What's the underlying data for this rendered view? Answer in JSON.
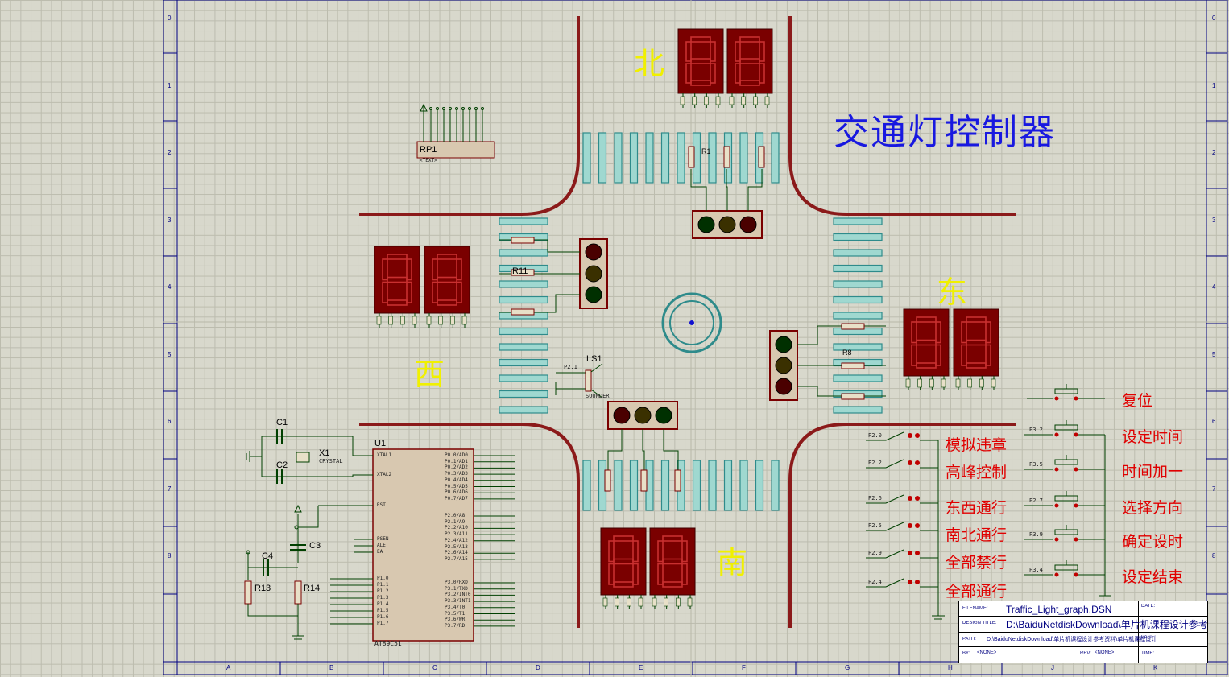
{
  "title": "交通灯控制器",
  "directions": {
    "north": "北",
    "south": "南",
    "east": "东",
    "west": "西"
  },
  "switch_labels": [
    "模拟违章",
    "高峰控制",
    "东西通行",
    "南北通行",
    "全部禁行",
    "全部通行"
  ],
  "button_labels": [
    "复位",
    "设定时间",
    "时间加一",
    "选择方向",
    "确定设时",
    "设定结束"
  ],
  "switch_pins": [
    "P2.0",
    "P2.2",
    "P2.6",
    "P2.5",
    "P2.9",
    "P2.4"
  ],
  "button_pins": [
    "P3.2",
    "P3.5",
    "P2.7",
    "P3.9",
    "P3.4"
  ],
  "border_columns": [
    "A",
    "B",
    "C",
    "D",
    "E",
    "F",
    "G",
    "H",
    "J",
    "K"
  ],
  "border_rows": [
    "0",
    "1",
    "2",
    "3",
    "4",
    "5",
    "6",
    "7",
    "8"
  ],
  "components": {
    "rp1": "RP1",
    "u1": "U1",
    "u1_part": "AT89C51",
    "x1": "X1",
    "x1_part": "CRYSTAL",
    "c1": "C1",
    "c2": "C2",
    "c3": "C3",
    "c4": "C4",
    "r13": "R13",
    "r14": "R14",
    "r11": "R11",
    "r1": "R1",
    "r8": "R8",
    "ls1": "LS1",
    "ls1_part": "SOUNDER",
    "ls1_pin": "P2.1",
    "text_tag": "<TEXT>"
  },
  "u1_pins": {
    "left": [
      "XTAL1",
      "XTAL2",
      "RST",
      "PSEN",
      "ALE",
      "EA",
      "P1.0",
      "P1.1",
      "P1.2",
      "P1.3",
      "P1.4",
      "P1.5",
      "P1.6",
      "P1.7"
    ],
    "right": [
      "P0.0/AD0",
      "P0.1/AD1",
      "P0.2/AD2",
      "P0.3/AD3",
      "P0.4/AD4",
      "P0.5/AD5",
      "P0.6/AD6",
      "P0.7/AD7",
      "P2.0/A8",
      "P2.1/A9",
      "P2.2/A10",
      "P2.3/A11",
      "P2.4/A12",
      "P2.5/A13",
      "P2.6/A14",
      "P2.7/A15",
      "P3.0/RXD",
      "P3.1/TXD",
      "P3.2/INT0",
      "P3.3/INT1",
      "P3.4/T0",
      "P3.5/T1",
      "P3.6/WR",
      "P3.7/RD"
    ]
  },
  "title_block": {
    "filename_label": "FILENAME:",
    "filename": "Traffic_Light_graph.DSN",
    "design_label": "DESIGN TITLE:",
    "design": "D:\\BaiduNetdiskDownload\\单片机课程设计参考资",
    "path_label": "PATH:",
    "path": "D:\\BaiduNetdiskDownload\\单片机课程设计参考资料\\单片机课程设计",
    "by_label": "BY:",
    "by": "<NONE>",
    "rev_label": "REV:",
    "rev": "<NONE>",
    "date_label": "DATE:",
    "page_label": "PAGE:",
    "time_label": "TIME:"
  },
  "colors": {
    "road": "#8b1a1a",
    "crosswalk": "#2e8b8b",
    "display_bg": "#7a0000",
    "segment": "#c83030",
    "wire": "#004000",
    "title_text": "#1818e0",
    "direction_text": "#f0f000",
    "label_text": "#e00000"
  }
}
